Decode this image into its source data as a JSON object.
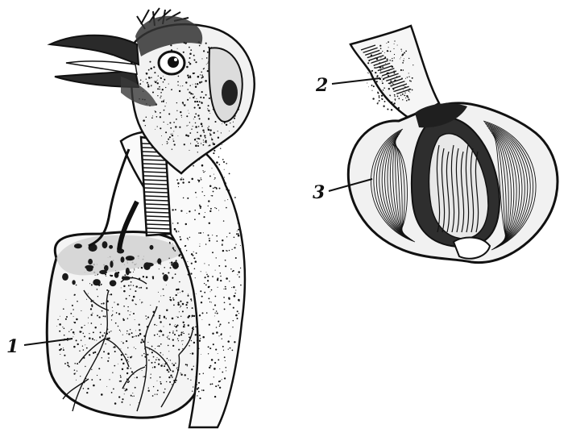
{
  "labels": [
    {
      "id": "1",
      "text": "1"
    },
    {
      "id": "2",
      "text": "2"
    },
    {
      "id": "3",
      "text": "3"
    }
  ],
  "colors": {
    "ink": "#111111",
    "paper": "#ffffff",
    "shade": "#d9d9d9"
  }
}
